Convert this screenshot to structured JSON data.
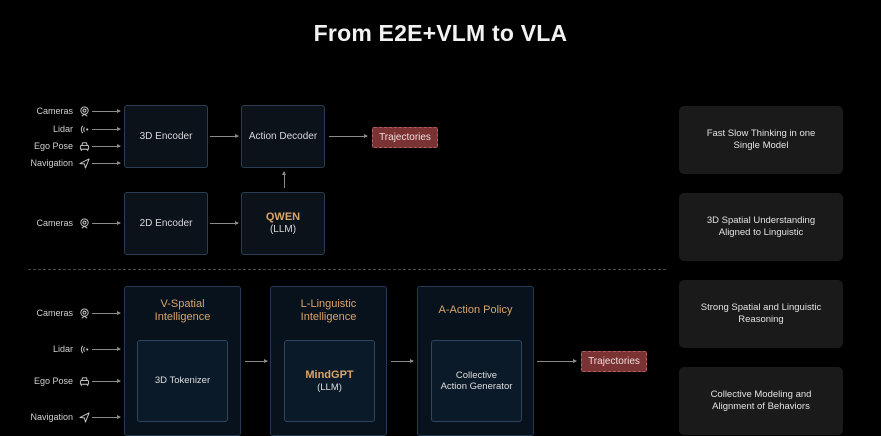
{
  "title": "From E2E+VLM to VLA",
  "top_section": {
    "inputs_3d": [
      {
        "label": "Cameras",
        "icon": "camera-icon"
      },
      {
        "label": "Lidar",
        "icon": "lidar-icon"
      },
      {
        "label": "Ego Pose",
        "icon": "car-icon"
      },
      {
        "label": "Navigation",
        "icon": "navigation-icon"
      }
    ],
    "inputs_2d": [
      {
        "label": "Cameras",
        "icon": "camera-icon"
      }
    ],
    "encoder_3d": "3D Encoder",
    "encoder_2d": "2D Encoder",
    "action_decoder": "Action Decoder",
    "llm_name": "QWEN",
    "llm_sub": "(LLM)",
    "output": "Trajectories"
  },
  "bottom_section": {
    "inputs": [
      {
        "label": "Cameras",
        "icon": "camera-icon"
      },
      {
        "label": "Lidar",
        "icon": "lidar-icon"
      },
      {
        "label": "Ego Pose",
        "icon": "car-icon"
      },
      {
        "label": "Navigation",
        "icon": "navigation-icon"
      }
    ],
    "groups": [
      {
        "title_line1": "V-Spatial",
        "title_line2": "Intelligence",
        "inner": "3D Tokenizer"
      },
      {
        "title_line1": "L-Linguistic",
        "title_line2": "Intelligence",
        "inner_name": "MindGPT",
        "inner_sub": "(LLM)"
      },
      {
        "title_line1": "A-Action Policy",
        "inner_line1": "Collective",
        "inner_line2": "Action Generator"
      }
    ],
    "output": "Trajectories"
  },
  "features": [
    "Fast Slow Thinking in one Single Model",
    "3D Spatial Understanding Aligned to Linguistic",
    "Strong Spatial and Linguistic Reasoning",
    "Collective Modeling and Alignment of Behaviors"
  ],
  "colors": {
    "accent_gold": "#d9a56b",
    "trajectory_red": "#7a3232",
    "box_border": "#2a3d52",
    "card_bg": "#1a1a1a"
  }
}
